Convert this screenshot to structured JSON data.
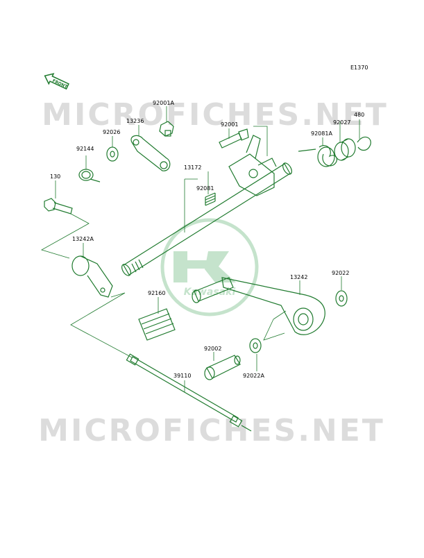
{
  "diagram_code": "E1370",
  "front_label": "FRONT",
  "watermark_text": "MICROFICHES.NET",
  "logo_text": "Kawasaki",
  "colors": {
    "line": "#1f7a2e",
    "ink": "#000000",
    "watermark": "#d9d9d9",
    "logo": "#c5e3cc"
  },
  "part_labels": {
    "p92001A": "92001A",
    "p13236": "13236",
    "p92026": "92026",
    "p92144": "92144",
    "p92001": "92001",
    "p13172": "13172",
    "p92081": "92081",
    "p92081A": "92081A",
    "p92027": "92027",
    "p480": "480",
    "p130": "130",
    "p13242A": "13242A",
    "p13242": "13242",
    "p92022": "92022",
    "p92160": "92160",
    "p92002": "92002",
    "p92022A": "92022A",
    "p39110": "39110"
  }
}
